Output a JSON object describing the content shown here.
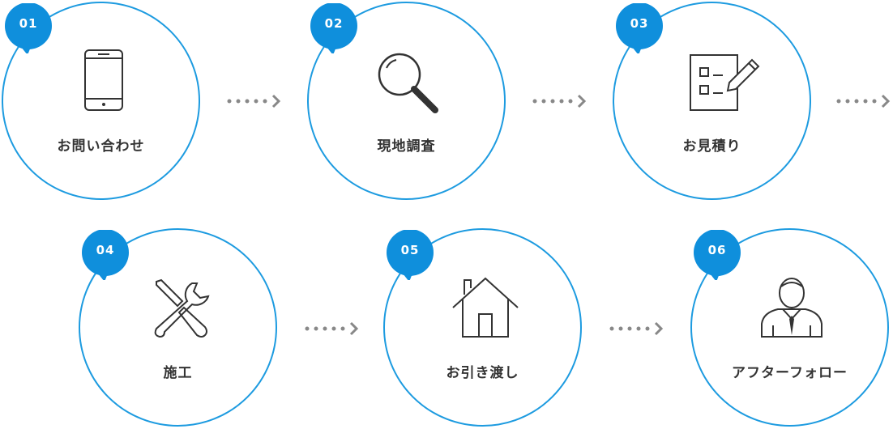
{
  "steps": [
    {
      "number": "01",
      "label": "お問い合わせ",
      "icon": "smartphone-icon"
    },
    {
      "number": "02",
      "label": "現地調査",
      "icon": "magnifier-icon"
    },
    {
      "number": "03",
      "label": "お見積り",
      "icon": "checklist-pencil-icon"
    },
    {
      "number": "04",
      "label": "施工",
      "icon": "tools-icon"
    },
    {
      "number": "05",
      "label": "お引き渡し",
      "icon": "house-icon"
    },
    {
      "number": "06",
      "label": "アフターフォロー",
      "icon": "businessman-icon"
    }
  ],
  "colors": {
    "accent": "#1d9be0",
    "badge": "#0f8fdc",
    "arrow": "#888888",
    "text": "#333333"
  }
}
